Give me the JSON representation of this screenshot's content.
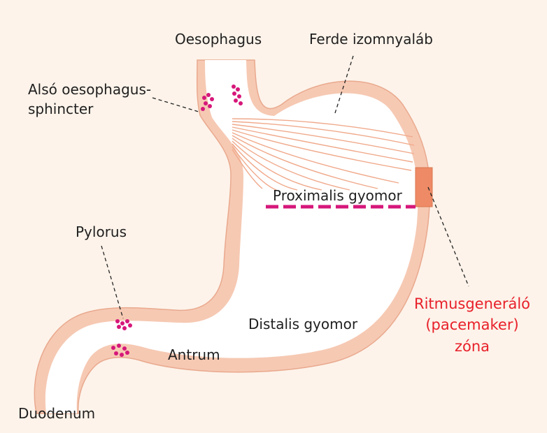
{
  "labels": {
    "oesophagus": "Oesophagus",
    "ferde": "Ferde izomnyaláb",
    "also_line1": "Alsó oesophagus-",
    "also_line2": "sphincter",
    "proximalis": "Proximalis gyomor",
    "pylorus": "Pylorus",
    "distalis": "Distalis gyomor",
    "antrum": "Antrum",
    "duodenum": "Duodenum",
    "ritmus_line1": "Ritmusgeneráló",
    "ritmus_line2": "(pacemaker)",
    "ritmus_line3": "zóna"
  },
  "colors": {
    "background": "#fdf3ea",
    "wall": "#f6c9b3",
    "wall_outline": "#e9a98e",
    "lumen": "#ffffff",
    "sphincter_dots": "#d6177a",
    "boundary_line": "#d6177a",
    "pacemaker_zone": "#ee8a66",
    "fibers": "#f0a98b",
    "callout_text": "#e8202a"
  }
}
